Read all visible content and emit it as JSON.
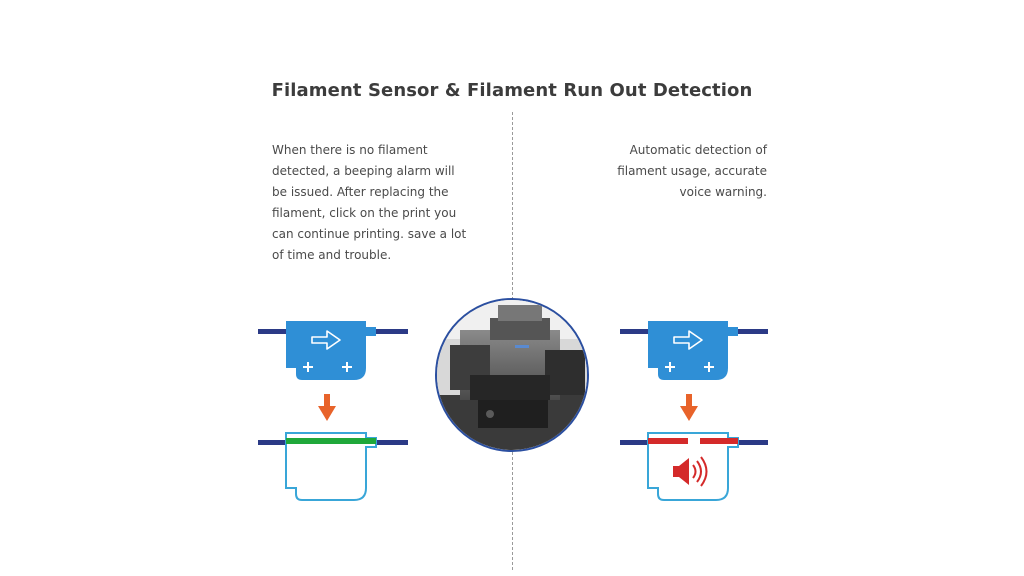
{
  "title": "Filament Sensor & Filament Run Out Detection",
  "left_description_lines": [
    "When there is no filament",
    "detected, a beeping alarm will",
    "be issued. After replacing the",
    "filament, click on the print you",
    "can continue printing. save a lot",
    "of time and trouble."
  ],
  "right_description_lines": [
    "Automatic detection of",
    "filament usage, accurate",
    "voice warning."
  ],
  "colors": {
    "sensor_blue": "#2f8fd6",
    "filament_navy": "#2b3a86",
    "arrow_orange": "#e8632a",
    "filament_present": "#1fa83a",
    "filament_absent": "#d42a2a",
    "outline_cyan": "#39a6d8"
  },
  "icons": [
    "arrow-right-icon",
    "plus-icon",
    "arrow-down-icon",
    "speaker-alarm-icon"
  ]
}
